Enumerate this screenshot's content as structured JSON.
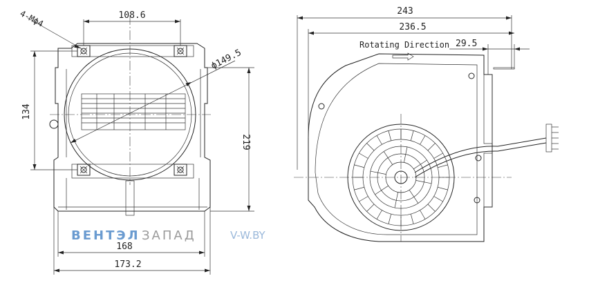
{
  "dimensions": {
    "left_view": {
      "hole_spacing": "108.6",
      "height": "134",
      "diameter": "ϕ149.5",
      "holes": "4-Mϕ4",
      "total_height": "219",
      "width_inner": "168",
      "width_outer": "173.2"
    },
    "right_view": {
      "overall": "243",
      "inner": "236.5",
      "outlet": "29.5",
      "rotation_label": "Rotating Direction"
    }
  },
  "watermark": {
    "brand_part1": "ВЕНТЭЛ",
    "brand_part2": "ЗАПАД",
    "site": "V-W.BY"
  },
  "colors": {
    "line": "#222222",
    "watermark_blue": "#6a9bd0",
    "watermark_gray": "#9a9a9a"
  }
}
